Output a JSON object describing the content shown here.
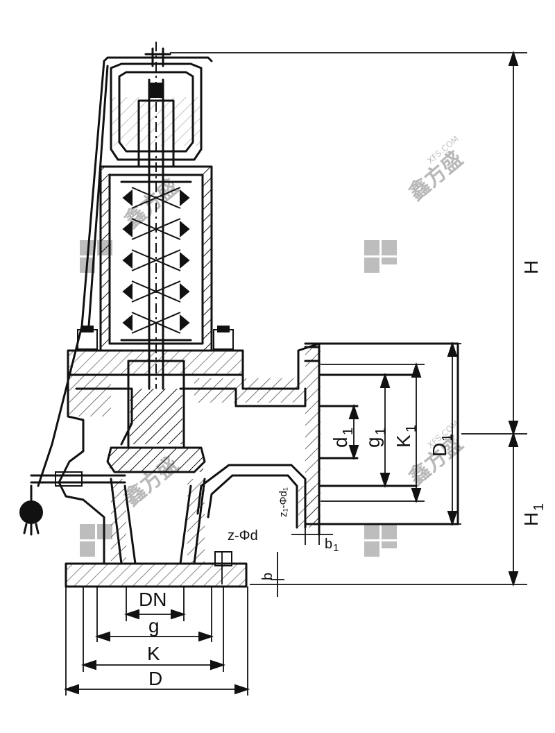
{
  "diagram": {
    "dimension_labels": {
      "H": "H",
      "H1": "H",
      "H1_sub": "1",
      "D1": "D",
      "D1_sub": "1",
      "K1": "K",
      "K1_sub": "1",
      "g1": "g",
      "g1_sub": "1",
      "d1": "d",
      "d1_sub": "1",
      "b1": "b",
      "b1_sub": "1",
      "z_d": "z-Φd",
      "z1_d1": "z₁-Φd₁",
      "b": "b",
      "DN": "DN",
      "g": "g",
      "K": "K",
      "D": "D"
    },
    "watermark": {
      "text": "鑫方盛",
      "url": "XFS.COM"
    }
  }
}
